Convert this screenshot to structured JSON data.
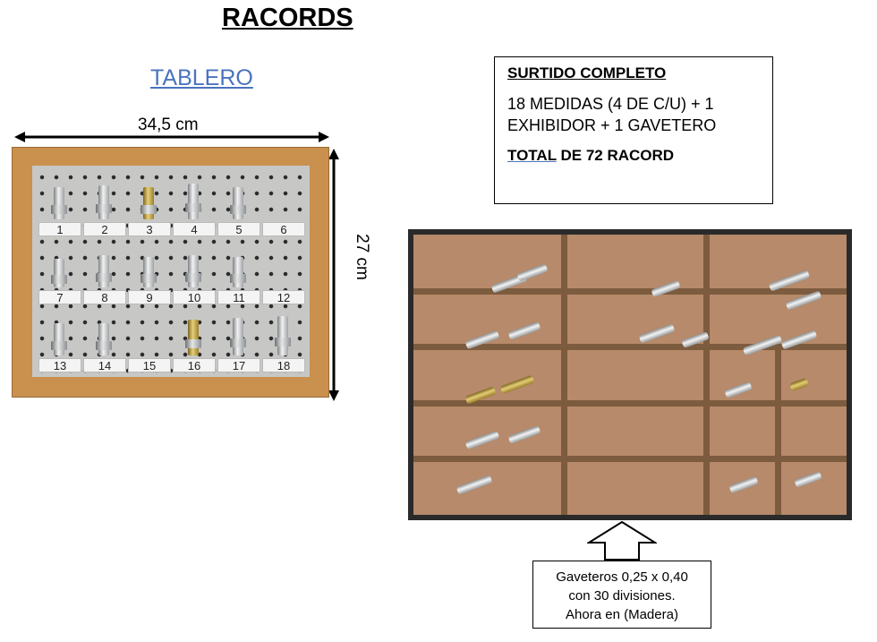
{
  "title": "RACORDS",
  "board_section": {
    "title": "TABLERO",
    "width_label": "34,5 cm",
    "height_label": "27 cm",
    "pegs": [
      {
        "label": "1",
        "type": "silver",
        "h": 36
      },
      {
        "label": "2",
        "type": "silver",
        "h": 38
      },
      {
        "label": "3",
        "type": "brass",
        "h": 36
      },
      {
        "label": "4",
        "type": "silver",
        "h": 40
      },
      {
        "label": "5",
        "type": "silver",
        "h": 36
      },
      {
        "label": "6",
        "type": "none",
        "h": 0
      },
      {
        "label": "7",
        "type": "silver",
        "h": 32
      },
      {
        "label": "8",
        "type": "silver",
        "h": 36
      },
      {
        "label": "9",
        "type": "silver",
        "h": 34
      },
      {
        "label": "10",
        "type": "silver",
        "h": 36
      },
      {
        "label": "11",
        "type": "silver",
        "h": 34
      },
      {
        "label": "12",
        "type": "none",
        "h": 0
      },
      {
        "label": "13",
        "type": "silver",
        "h": 36
      },
      {
        "label": "14",
        "type": "silver",
        "h": 36
      },
      {
        "label": "15",
        "type": "none",
        "h": 0
      },
      {
        "label": "16",
        "type": "brass",
        "h": 40
      },
      {
        "label": "17",
        "type": "silver",
        "h": 42
      },
      {
        "label": "18",
        "type": "silver",
        "h": 44
      }
    ]
  },
  "info_box": {
    "heading": "SURTIDO COMPLETO",
    "line1": "18 MEDIDAS (4 DE C/U) + 1",
    "line2": "EXHIBIDOR + 1 GAVETERO",
    "total_word": "TOTAL",
    "total_rest": " DE 72 RACORD"
  },
  "caption": {
    "line1": "Gaveteros 0,25 x 0,40",
    "line2": "con 30 divisiones.",
    "line3": "Ahora en (Madera)"
  }
}
